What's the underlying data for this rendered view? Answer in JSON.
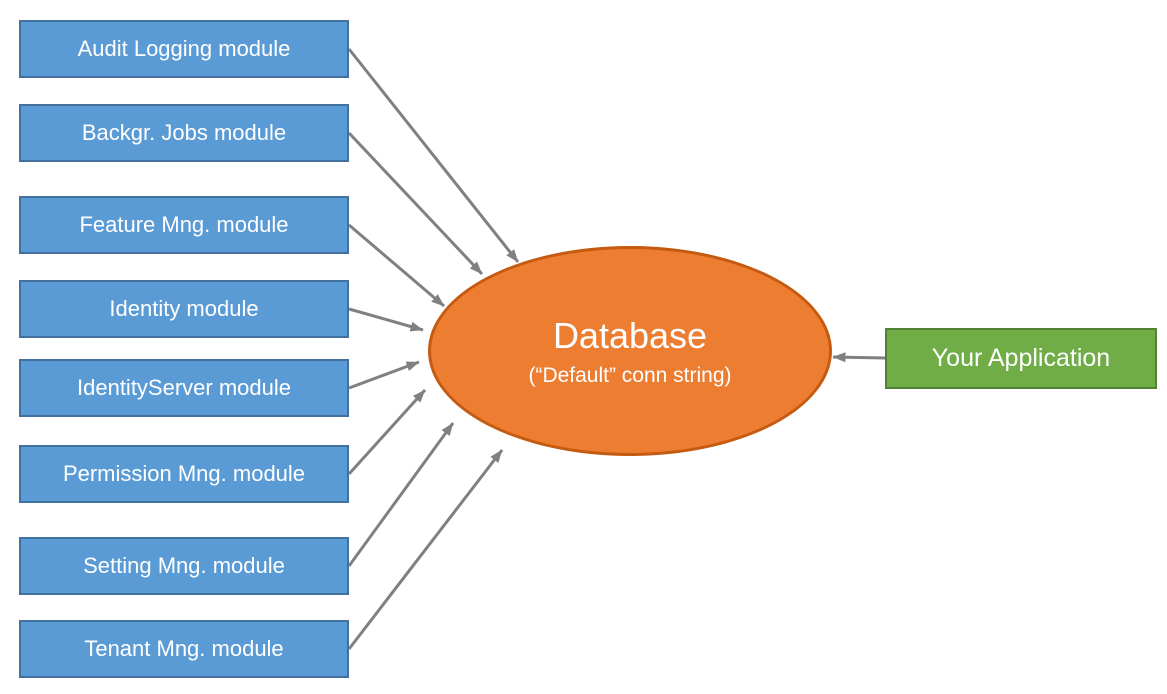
{
  "diagram": {
    "modules": [
      "Audit Logging module",
      "Backgr. Jobs module",
      "Feature Mng. module",
      "Identity module",
      "IdentityServer module",
      "Permission Mng. module",
      "Setting Mng. module",
      "Tenant Mng. module"
    ],
    "database": {
      "title": "Database",
      "subtitle": "(“Default” conn string)"
    },
    "application": {
      "label": "Your Application"
    },
    "edges": [
      {
        "from": "Audit Logging module",
        "to": "Database"
      },
      {
        "from": "Backgr. Jobs module",
        "to": "Database"
      },
      {
        "from": "Feature Mng. module",
        "to": "Database"
      },
      {
        "from": "Identity module",
        "to": "Database"
      },
      {
        "from": "IdentityServer module",
        "to": "Database"
      },
      {
        "from": "Permission Mng. module",
        "to": "Database"
      },
      {
        "from": "Setting Mng. module",
        "to": "Database"
      },
      {
        "from": "Tenant Mng. module",
        "to": "Database"
      },
      {
        "from": "Your Application",
        "to": "Database"
      }
    ],
    "colors": {
      "module_fill": "#5B9BD5",
      "module_border": "#41719C",
      "database_fill": "#ED7D31",
      "database_border": "#C55A11",
      "application_fill": "#70AD47",
      "application_border": "#548235",
      "arrow": "#808080",
      "text": "#FFFFFF"
    }
  }
}
